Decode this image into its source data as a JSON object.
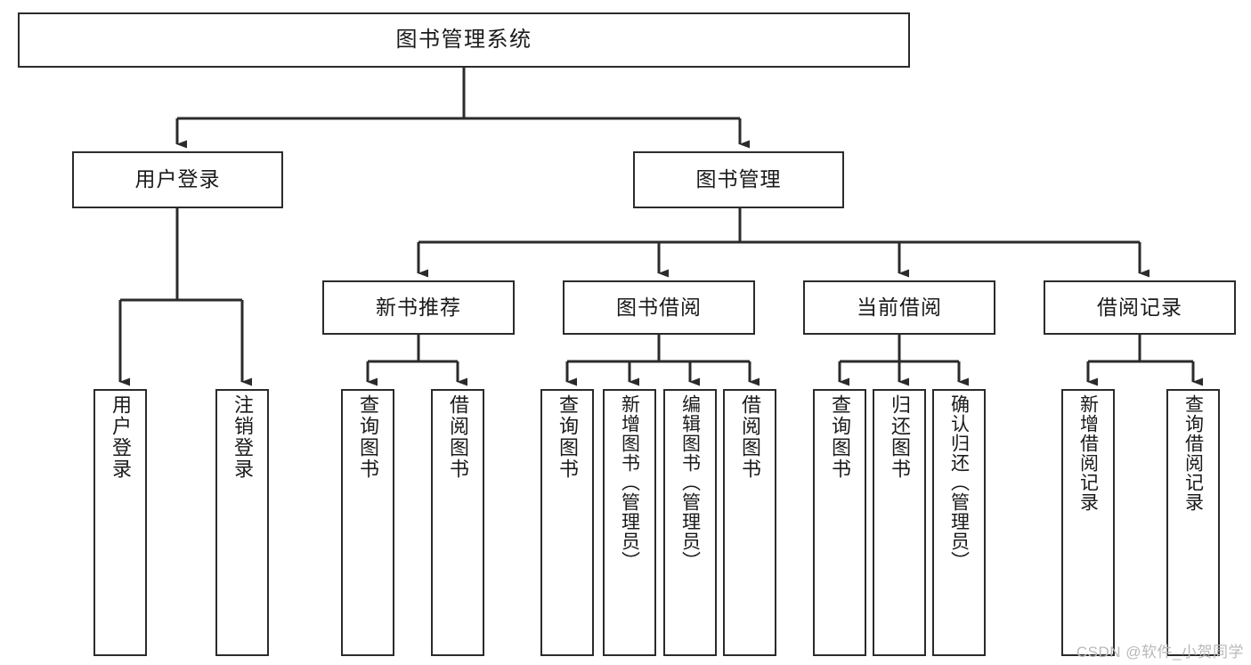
{
  "diagram": {
    "title": "图书管理系统",
    "colors": {
      "stroke": "#2b2b2b",
      "fill": "#ffffff",
      "text": "#1a1a1a",
      "watermark": "#b9b9b9"
    },
    "root": {
      "label": "图书管理系统"
    },
    "level2": [
      {
        "label": "用户登录"
      },
      {
        "label": "图书管理"
      }
    ],
    "level3": [
      {
        "label": "新书推荐"
      },
      {
        "label": "图书借阅"
      },
      {
        "label": "当前借阅"
      },
      {
        "label": "借阅记录"
      }
    ],
    "leaves": {
      "user_login": [
        {
          "label": "用户登录"
        },
        {
          "label": "注销登录"
        }
      ],
      "new_book": [
        {
          "label": "查询图书"
        },
        {
          "label": "借阅图书"
        }
      ],
      "book_borrow": [
        {
          "label": "查询图书"
        },
        {
          "label": "新增图书（管理员）"
        },
        {
          "label": "编辑图书（管理员）"
        },
        {
          "label": "借阅图书"
        }
      ],
      "current_borrow": [
        {
          "label": "查询图书"
        },
        {
          "label": "归还图书"
        },
        {
          "label": "确认归还（管理员）"
        }
      ],
      "borrow_record": [
        {
          "label": "新增借阅记录"
        },
        {
          "label": "查询借阅记录"
        }
      ]
    },
    "watermark": "CSDN @软件_小贺同学"
  }
}
